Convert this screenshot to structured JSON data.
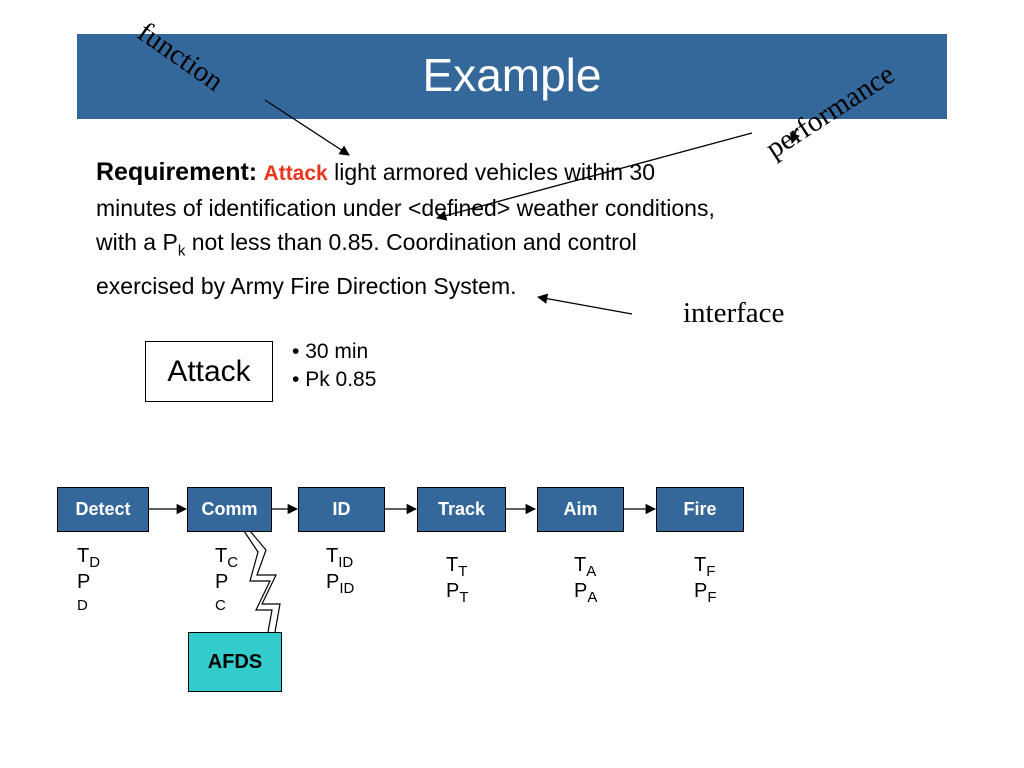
{
  "title": "Example",
  "requirement": {
    "label": "Requirement:",
    "attack_word": "Attack",
    "line1_rest": " light armored vehicles within 30",
    "line2": "minutes of identification under <defined> weather conditions,",
    "line3_pre": "with a P",
    "line3_sub": "k",
    "line3_post": " not less than 0.85.  Coordination and control",
    "line4": "exercised by Army Fire Direction System."
  },
  "annotations": {
    "function": "function",
    "performance": "performance",
    "interface": "interface"
  },
  "attack_box": "Attack",
  "bullets": [
    "30 min",
    "Pk  0.85"
  ],
  "flow": [
    {
      "label": "Detect",
      "t": "T",
      "t_sub": "D",
      "p": "P",
      "p_sub": "D"
    },
    {
      "label": "Comm",
      "t": "T",
      "t_sub": "C",
      "p": "P",
      "p_sub": "C"
    },
    {
      "label": "ID",
      "t": "T",
      "t_sub": "ID",
      "p": "P",
      "p_sub": "ID"
    },
    {
      "label": "Track",
      "t": "T",
      "t_sub": "T",
      "p": "P",
      "p_sub": "T"
    },
    {
      "label": "Aim",
      "t": "T",
      "t_sub": "A",
      "p": "P",
      "p_sub": "A"
    },
    {
      "label": "Fire",
      "t": "T",
      "t_sub": "F",
      "p": "P",
      "p_sub": "F"
    }
  ],
  "afds": "AFDS",
  "colors": {
    "title_bar": "#35689a",
    "node_fill": "#35689a",
    "afds_fill": "#33cccc",
    "attack_highlight": "#e8361c"
  }
}
